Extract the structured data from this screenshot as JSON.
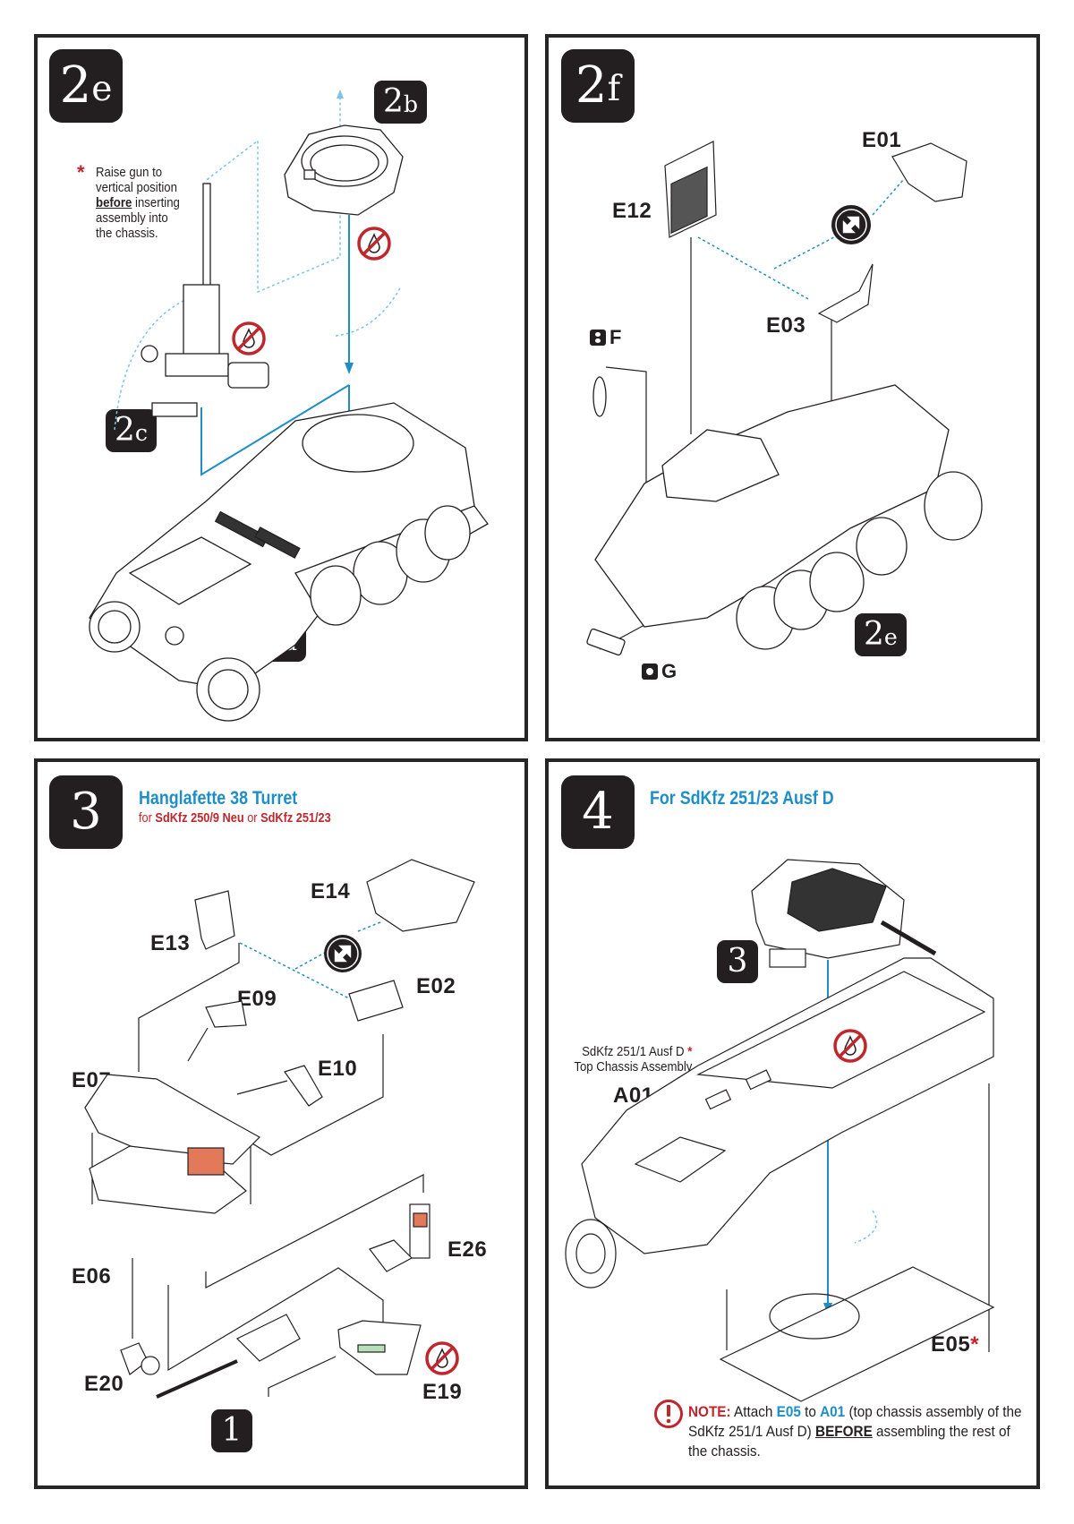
{
  "page": {
    "background": "#ffffff",
    "frame_color": "#262626",
    "accent_blue": "#1e8fc6",
    "accent_red": "#c0272d"
  },
  "panels": [
    {
      "id": "2e",
      "step": {
        "num": "2",
        "sub": "e"
      },
      "callouts": [
        {
          "num": "2",
          "sub": "b"
        },
        {
          "num": "2",
          "sub": "c"
        },
        {
          "num": "2",
          "sub": "d"
        }
      ],
      "note": {
        "marker": "*",
        "line1": "Raise gun to",
        "line2": "vertical position",
        "emph": "before",
        "line3_rest": " inserting",
        "line4": "assembly into",
        "line5": "the chassis."
      },
      "icons": [
        "no-glue-icon",
        "no-glue-icon"
      ]
    },
    {
      "id": "2f",
      "step": {
        "num": "2",
        "sub": "f"
      },
      "parts": [
        "E01",
        "E12",
        "E03"
      ],
      "sprues": [
        {
          "label": "F",
          "icon": "sprue-two-dot-icon"
        },
        {
          "label": "G",
          "icon": "sprue-one-dot-icon"
        }
      ],
      "callouts": [
        {
          "num": "2",
          "sub": "e"
        }
      ],
      "icons": [
        "rotate-view-icon"
      ]
    },
    {
      "id": "3",
      "step": {
        "num": "3",
        "sub": ""
      },
      "title": "Hanglafette 38 Turret",
      "subtitle": {
        "prefix": "for ",
        "model1": "SdKfz 250/9 Neu",
        "joiner": " or ",
        "model2": "SdKfz 251/23"
      },
      "parts": [
        "E14",
        "E13",
        "E02",
        "E09",
        "E07",
        "E10",
        "E26",
        "E06",
        "E20",
        "E19"
      ],
      "callouts": [
        {
          "num": "1",
          "sub": ""
        }
      ],
      "icons": [
        "rotate-view-icon",
        "no-glue-icon"
      ]
    },
    {
      "id": "4",
      "step": {
        "num": "4",
        "sub": ""
      },
      "title": "For SdKfz 251/23 Ausf D",
      "callouts": [
        {
          "num": "3",
          "sub": ""
        }
      ],
      "chassis_note": {
        "line1": "SdKfz 251/1 Ausf D",
        "marker": "*",
        "line2": "Top Chassis Assembly"
      },
      "parts": [
        "A01",
        "E05"
      ],
      "e05_marker": "*",
      "note": {
        "heading": "NOTE:",
        "t1": " Attach ",
        "p1": "E05",
        "t2": " to ",
        "p2": "A01",
        "t3": " (top chassis assembly of the SdKfz 251/1 Ausf D) ",
        "emph": "BEFORE",
        "t4": " assembling the rest of the chassis."
      },
      "icons": [
        "no-glue-icon",
        "warning-icon"
      ]
    }
  ]
}
